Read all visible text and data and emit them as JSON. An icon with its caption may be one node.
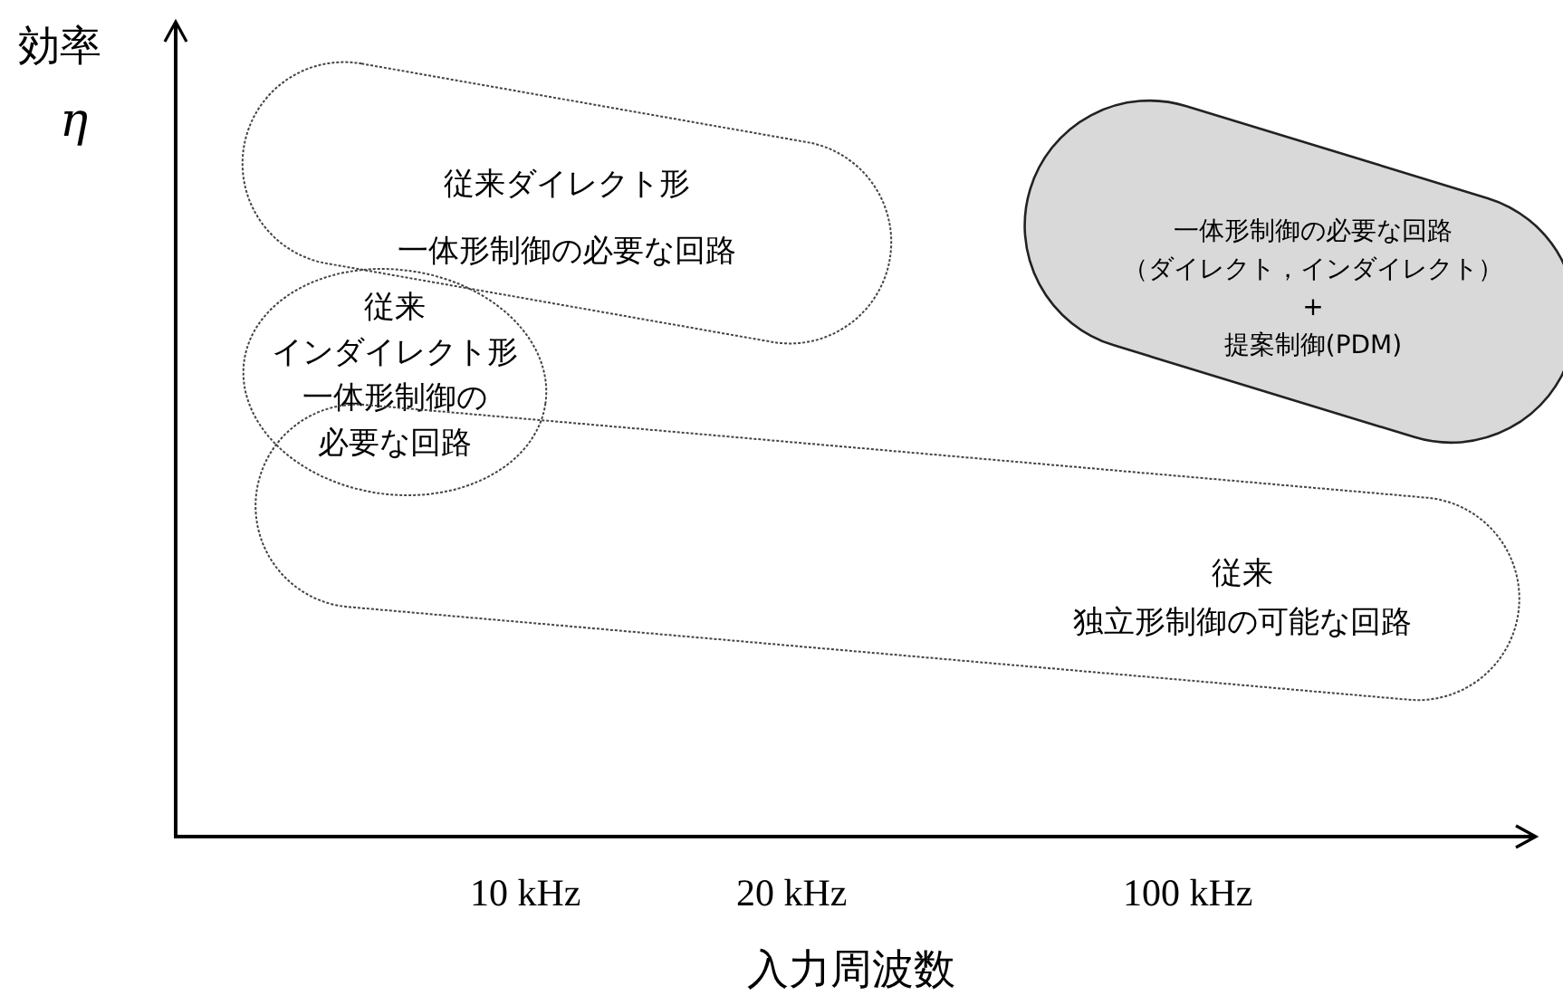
{
  "diagram": {
    "nodes": [
      {
        "text": [
          "従来ダイレクト形",
          "一体形制御の必要な回路"
        ]
      },
      {
        "text": [
          "従来",
          "インダイレクト形",
          "一体形制御の",
          "必要な回路"
        ]
      },
      {
        "text": [
          "一体形制御の必要な回路",
          "（ダイレクト，インダイレクト）",
          "+",
          "提案制御(PDM)"
        ]
      },
      {
        "text": [
          "従来",
          "独立形制御の可能な回路"
        ]
      }
    ],
    "labels": [
      "効率",
      "η",
      "10 kHz",
      "20 kHz",
      "100 kHz",
      "入力周波数"
    ]
  }
}
